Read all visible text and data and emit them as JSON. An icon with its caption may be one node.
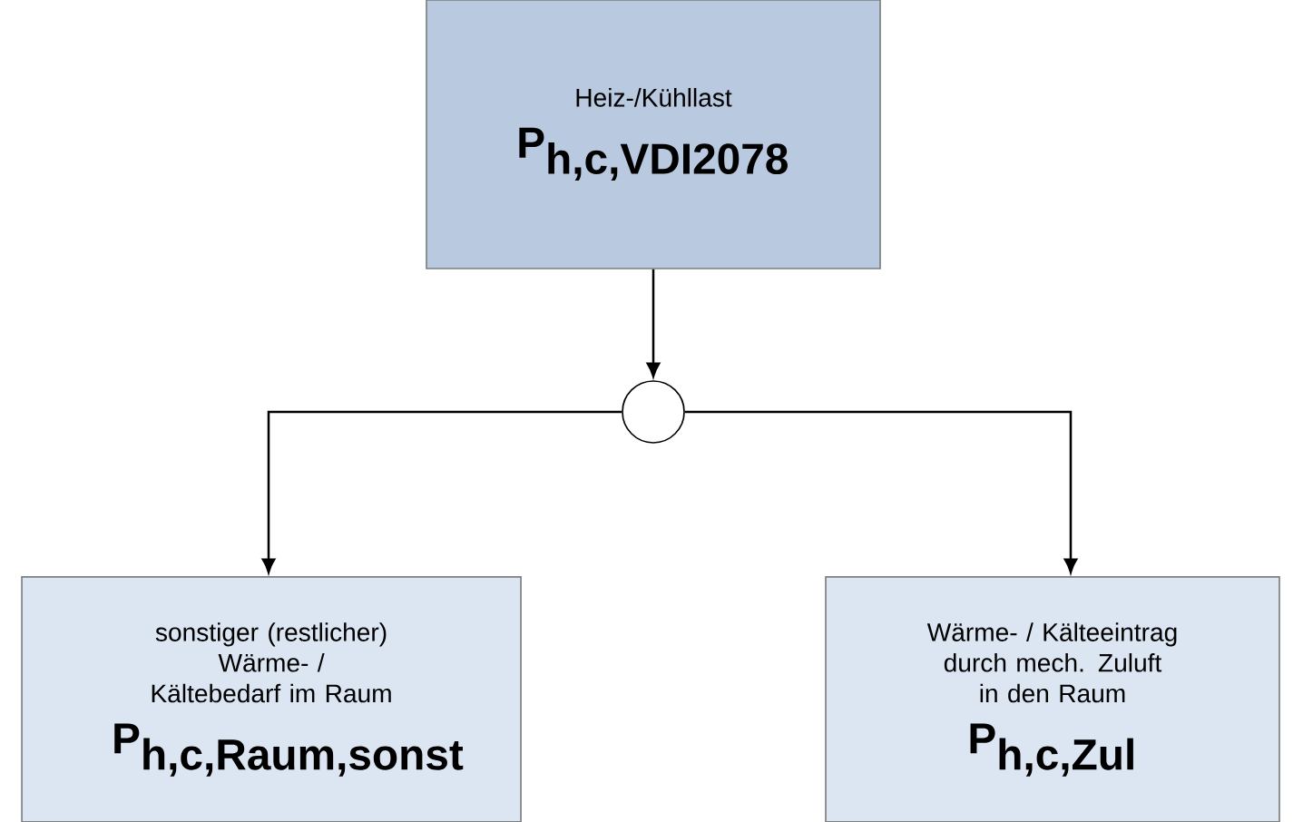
{
  "diagram": {
    "nodes": [
      {
        "text": [
          "Heiz-/Kühllast",
          "\\textbf{P}_{\\textbf{h,c,VDI2078}}"
        ]
      },
      {
        "text": [],
        "shape": "circle"
      },
      {
        "text": [
          "sonstiger (restlicher) Wärme- / Kältebedarf im Raum",
          "\\textbf{P}_{\\textbf{h,c,Raum,sonst}}"
        ]
      },
      {
        "text": [
          "Wärme- / Kälteeintrag durch mech. Zuluft in den Raum",
          "\\textbf{P}_{\\textbf{h,c,Zul}}"
        ]
      }
    ],
    "edges": [
      {
        "from": 0,
        "to": 1,
        "arrow": "to"
      },
      {
        "from": 1,
        "to": 2,
        "arrow": "to"
      },
      {
        "from": 1,
        "to": 3,
        "arrow": "to"
      }
    ]
  }
}
